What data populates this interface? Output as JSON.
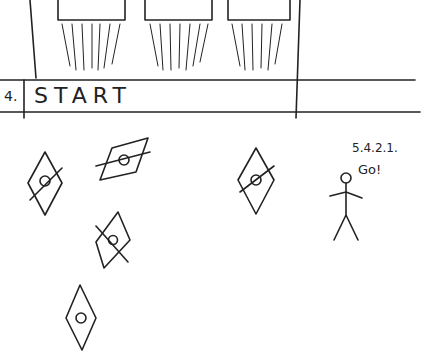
{
  "diagram": {
    "labels": [
      "4.",
      "START",
      "5.4.2.1.",
      "Go!"
    ]
  }
}
